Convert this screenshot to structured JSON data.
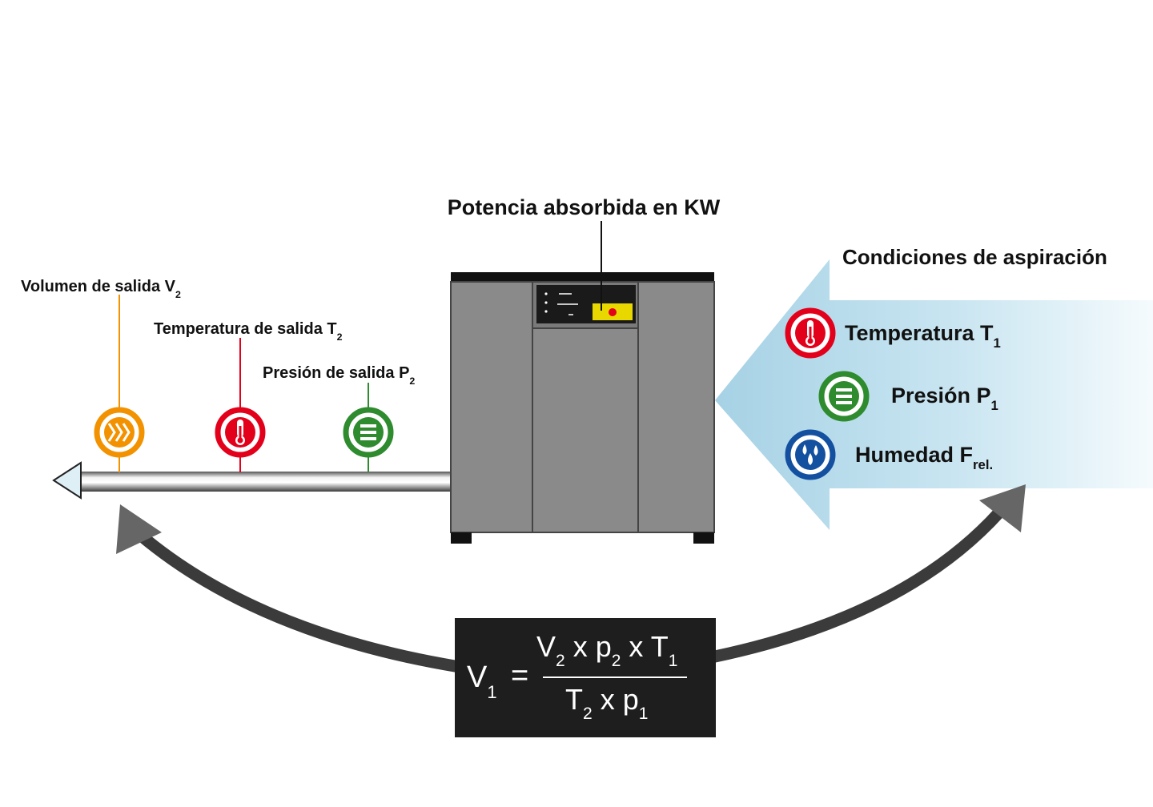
{
  "power_label": "Potencia absorbida en KW",
  "intake": {
    "title": "Condiciones de aspiración",
    "temperature": {
      "text": "Temperatura T",
      "sub": "1"
    },
    "pressure": {
      "text": "Presión P",
      "sub": "1"
    },
    "humidity": {
      "text": "Humedad F",
      "sub": "rel."
    }
  },
  "outlet": {
    "volume": {
      "text": "Volumen de salida V",
      "sub": "2"
    },
    "temperature": {
      "text": "Temperatura de salida T",
      "sub": "2"
    },
    "pressure": {
      "text": "Presión de salida P",
      "sub": "2"
    }
  },
  "formula": {
    "lhs": "V",
    "lhs_sub": "1",
    "eq": "=",
    "num": [
      {
        "t": "V",
        "s": "2"
      },
      {
        "t": " x p",
        "s": "2"
      },
      {
        "t": " x T",
        "s": "1"
      }
    ],
    "den": [
      {
        "t": "T",
        "s": "2"
      },
      {
        "t": " x p",
        "s": "1"
      }
    ]
  },
  "colors": {
    "orange": "#f39200",
    "red": "#e3001b",
    "green": "#2e8b2e",
    "blue": "#1450a0",
    "cabinet": "#8a8a8a",
    "dark": "#1a1a1a",
    "panel": "#e8d800",
    "arrow_blue": "#a9d4e6"
  },
  "icons": {
    "volume": "flow-chevrons-icon",
    "temperature": "thermometer-icon",
    "pressure": "pressure-bars-icon",
    "humidity": "water-drops-icon"
  }
}
